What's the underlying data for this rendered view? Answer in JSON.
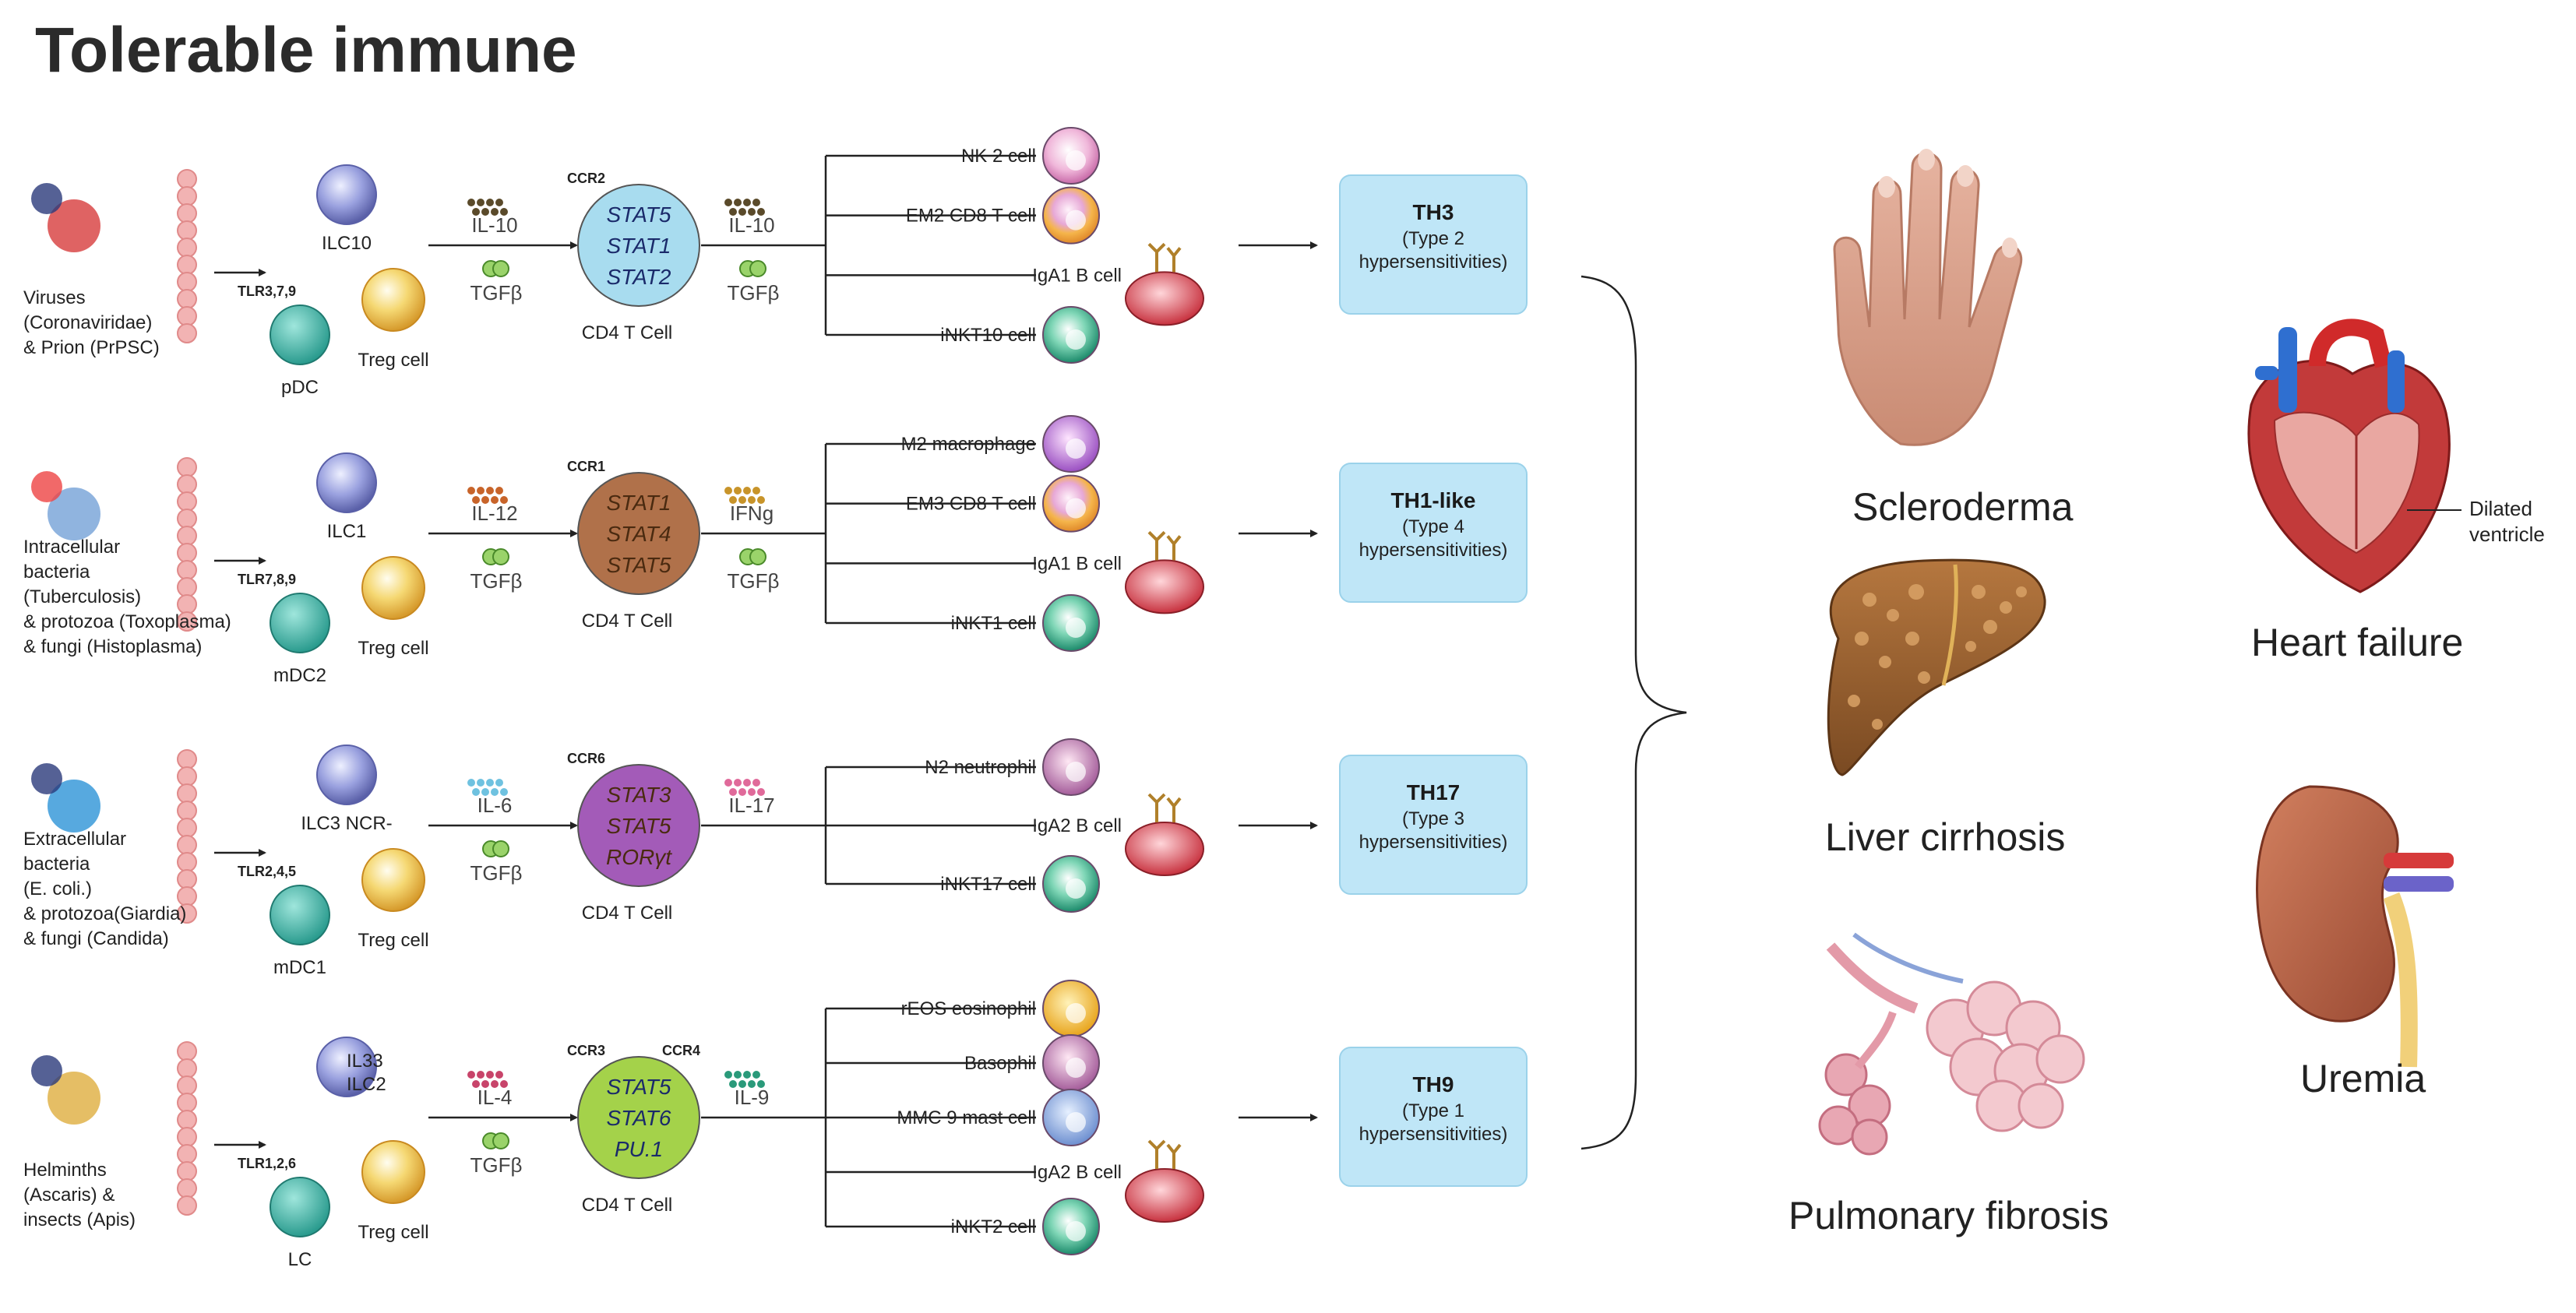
{
  "title": "Tolerable immune",
  "rows": [
    {
      "pathogen_lines": [
        "Viruses",
        "(Coronaviridae)",
        "& Prion (PrPSC)"
      ],
      "tlr": "TLR3,7,9",
      "dc": "pDC",
      "ilc": "ILC10",
      "ilc_sub": "",
      "treg": "Treg cell",
      "cytokine_in": "IL-10",
      "tgf_in": "TGFβ",
      "ccr_labels": [
        "CCR2"
      ],
      "stats": [
        "STAT5",
        "STAT1",
        "STAT2"
      ],
      "cd4": "CD4 T Cell",
      "cytokine_out": "IL-10",
      "tgf_out": "TGFβ",
      "effectors": [
        "NK 2 cell",
        "EM2 CD8 T cell",
        "IgA1 B cell",
        "iNKT10 cell"
      ],
      "th_name": "TH3",
      "th_type": "(Type 2",
      "th_hyp": "hypersensitivities)"
    },
    {
      "pathogen_lines": [
        "Intracellular",
        "bacteria",
        "(Tuberculosis)",
        "& protozoa (Toxoplasma)",
        "& fungi (Histoplasma)"
      ],
      "tlr": "TLR7,8,9",
      "dc": "mDC2",
      "ilc": "ILC1",
      "ilc_sub": "",
      "treg": "Treg cell",
      "cytokine_in": "IL-12",
      "tgf_in": "TGFβ",
      "ccr_labels": [
        "CCR1"
      ],
      "stats": [
        "STAT1",
        "STAT4",
        "STAT5"
      ],
      "cd4": "CD4 T Cell",
      "cytokine_out": "IFNg",
      "tgf_out": "TGFβ",
      "effectors": [
        "M2 macrophage",
        "EM3 CD8 T cell",
        "IgA1 B cell",
        "iNKT1 cell"
      ],
      "th_name": "TH1-like",
      "th_type": "(Type 4",
      "th_hyp": "hypersensitivities)"
    },
    {
      "pathogen_lines": [
        "Extracellular",
        "bacteria",
        "(E. coli.)",
        "& protozoa(Giardia)",
        "& fungi (Candida)"
      ],
      "tlr": "TLR2,4,5",
      "dc": "mDC1",
      "ilc": "ILC3 NCR-",
      "ilc_sub": "",
      "treg": "Treg cell",
      "cytokine_in": "IL-6",
      "tgf_in": "TGFβ",
      "ccr_labels": [
        "CCR6"
      ],
      "stats": [
        "STAT3",
        "STAT5",
        "RORγt"
      ],
      "cd4": "CD4 T Cell",
      "cytokine_out": "IL-17",
      "tgf_out": "",
      "effectors": [
        "N2 neutrophil",
        "IgA2 B cell",
        "iNKT17 cell"
      ],
      "th_name": "TH17",
      "th_type": "(Type 3",
      "th_hyp": "hypersensitivities)"
    },
    {
      "pathogen_lines": [
        "Helminths",
        "(Ascaris) &",
        "insects (Apis)"
      ],
      "tlr": "TLR1,2,6",
      "dc": "LC",
      "ilc": "IL33",
      "ilc_sub": "ILC2",
      "treg": "Treg cell",
      "cytokine_in": "IL-4",
      "tgf_in": "TGFβ",
      "ccr_labels": [
        "CCR3",
        "CCR4"
      ],
      "stats": [
        "STAT5",
        "STAT6",
        "PU.1"
      ],
      "cd4": "CD4 T Cell",
      "cytokine_out": "IL-9",
      "tgf_out": "",
      "effectors": [
        "rEOS eosinophil",
        "Basophil",
        "MMC 9 mast cell",
        "IgA2 B cell",
        "iNKT2 cell"
      ],
      "th_name": "TH9",
      "th_type": "(Type 1",
      "th_hyp": "hypersensitivities)"
    }
  ],
  "diseases": {
    "scleroderma": "Scleroderma",
    "liver": "Liver cirrhosis",
    "pulmonary": "Pulmonary  fibrosis",
    "heart": "Heart failure",
    "heart_annotation_1": "Dilated",
    "heart_annotation_2": "ventricle",
    "uremia": "Uremia"
  },
  "colors": {
    "th_box": "#bfe6f7",
    "cd4_row1": "#a8dcef",
    "cd4_row2": "#b0714a",
    "cd4_row3": "#a35bb8",
    "cd4_row4": "#a4d24a",
    "ilc": "#8f98d8",
    "treg": "#f4d36a",
    "dc": "#3bb3a6"
  }
}
